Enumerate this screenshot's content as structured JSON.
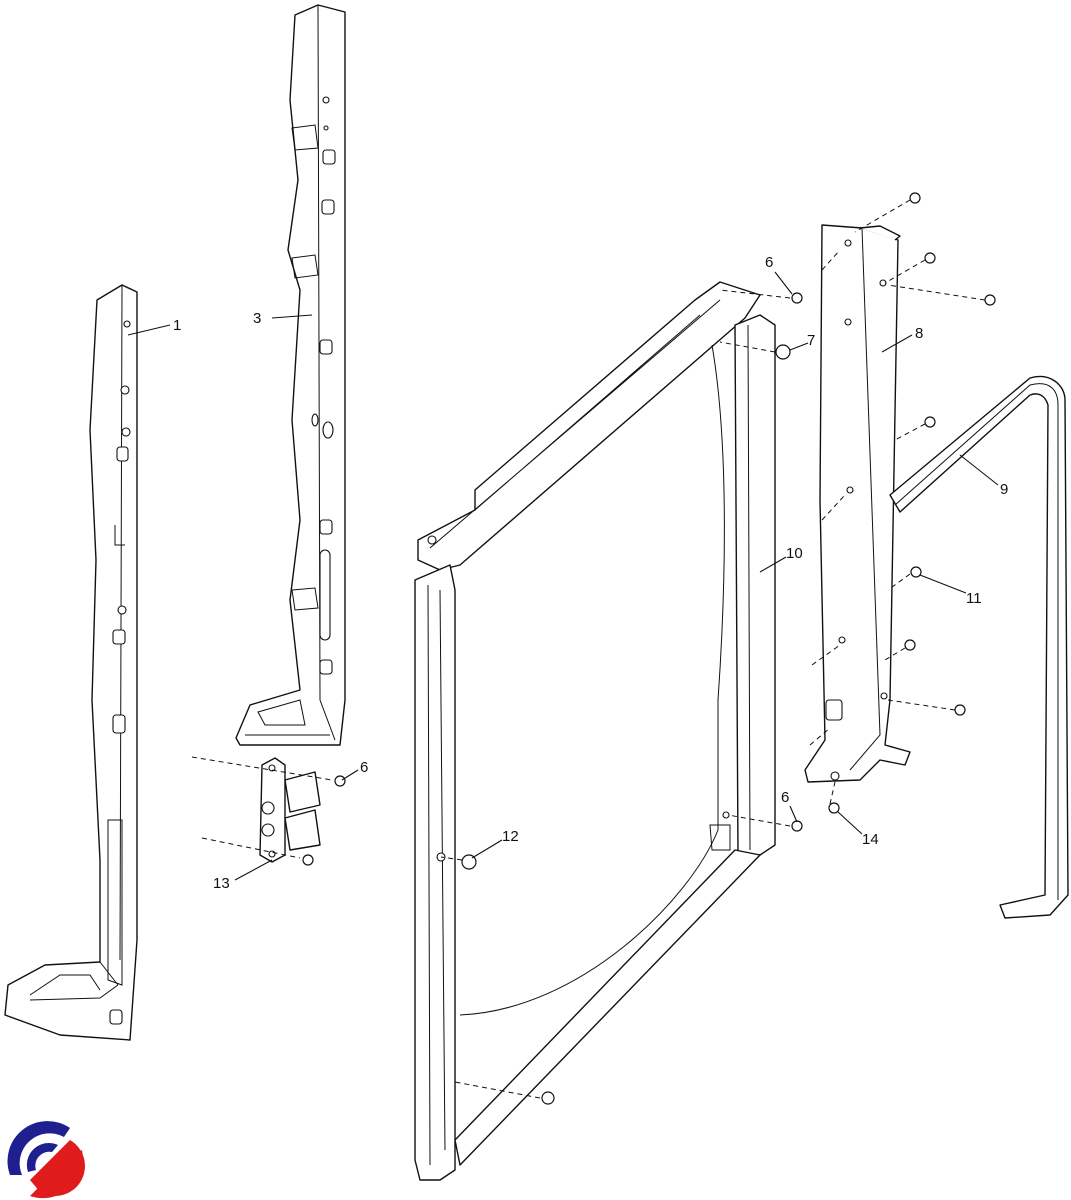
{
  "diagram": {
    "title": "Exploded parts view - door frame assembly",
    "callouts": {
      "c1": "1",
      "c3": "3",
      "c6a": "6",
      "c6b": "6",
      "c6c": "6",
      "c7": "7",
      "c8": "8",
      "c9": "9",
      "c10": "10",
      "c11": "11",
      "c12": "12",
      "c13": "13",
      "c14": "14"
    },
    "logo": {
      "icon": "circular-swirl-logo-icon",
      "colors": [
        "#1f1f8f",
        "#e01b1b"
      ]
    }
  }
}
